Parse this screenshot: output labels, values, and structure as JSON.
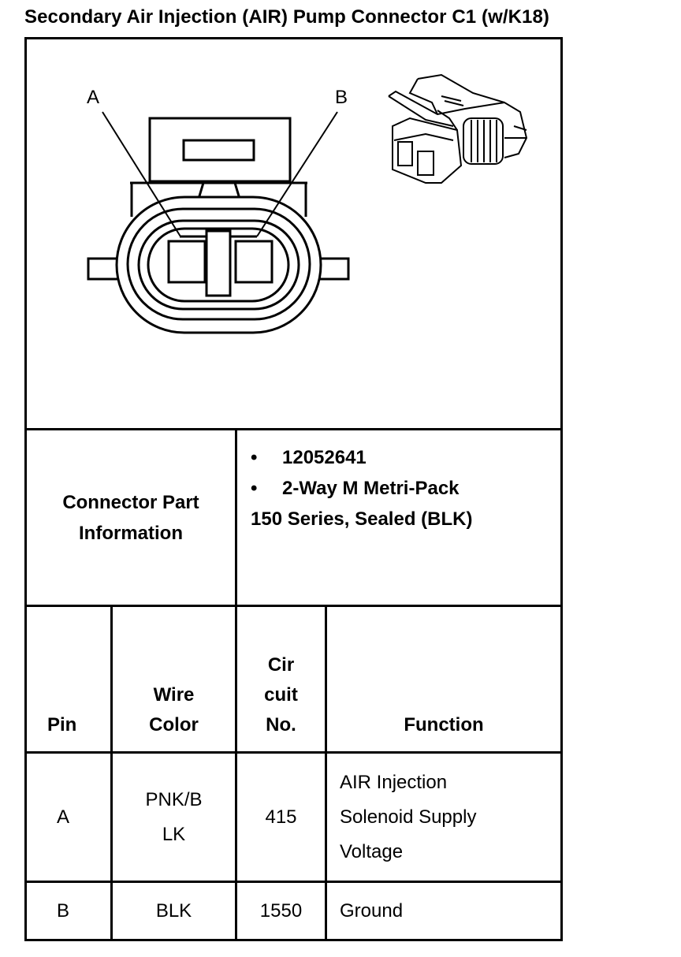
{
  "title": "Secondary Air Injection (AIR) Pump Connector C1 (w/K18)",
  "diagram": {
    "label_a": "A",
    "label_b": "B"
  },
  "connector_info": {
    "label_line1": "Connector Part",
    "label_line2": "Information",
    "bullets": [
      "12052641",
      "2-Way M Metri-Pack"
    ],
    "continuation": "150 Series, Sealed (BLK)"
  },
  "table": {
    "headers": {
      "pin": "Pin",
      "wire_color": [
        "Wire",
        "Color"
      ],
      "circuit_no": [
        "Cir",
        "cuit",
        "No."
      ],
      "function": "Function"
    },
    "rows": [
      {
        "pin": "A",
        "wire_color": [
          "PNK/B",
          "LK"
        ],
        "circuit": "415",
        "function": [
          "AIR Injection",
          "Solenoid Supply",
          "Voltage"
        ]
      },
      {
        "pin": "B",
        "wire_color": [
          "BLK"
        ],
        "circuit": "1550",
        "function": [
          "Ground"
        ]
      }
    ]
  }
}
